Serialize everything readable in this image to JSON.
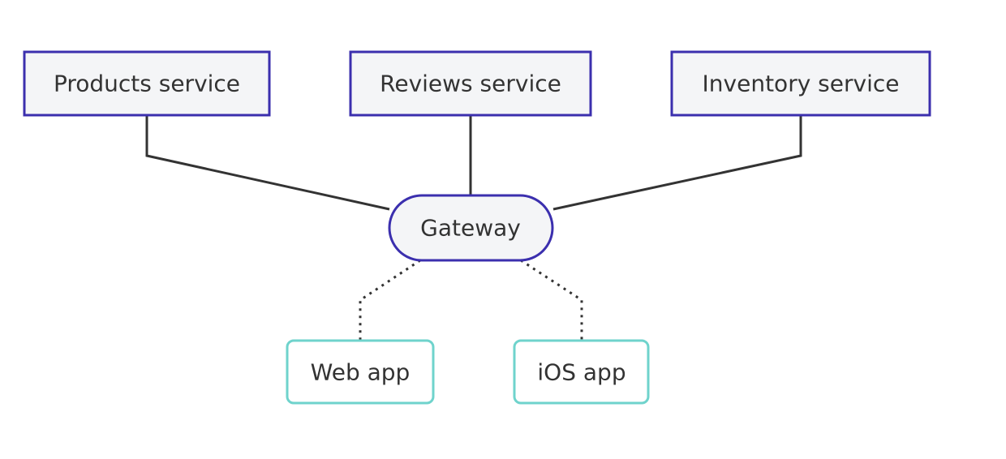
{
  "colors": {
    "service_border": "#3b2fae",
    "service_fill": "#f4f5f7",
    "client_border": "#6fd3cc",
    "client_fill": "#ffffff",
    "edge": "#333333",
    "text": "#333333"
  },
  "nodes": {
    "products": {
      "label": "Products service"
    },
    "reviews": {
      "label": "Reviews service"
    },
    "inventory": {
      "label": "Inventory service"
    },
    "gateway": {
      "label": "Gateway"
    },
    "web": {
      "label": "Web app"
    },
    "ios": {
      "label": "iOS app"
    }
  },
  "edges": [
    {
      "from": "products",
      "to": "gateway",
      "style": "solid"
    },
    {
      "from": "reviews",
      "to": "gateway",
      "style": "solid"
    },
    {
      "from": "inventory",
      "to": "gateway",
      "style": "solid"
    },
    {
      "from": "gateway",
      "to": "web",
      "style": "dotted"
    },
    {
      "from": "gateway",
      "to": "ios",
      "style": "dotted"
    }
  ]
}
